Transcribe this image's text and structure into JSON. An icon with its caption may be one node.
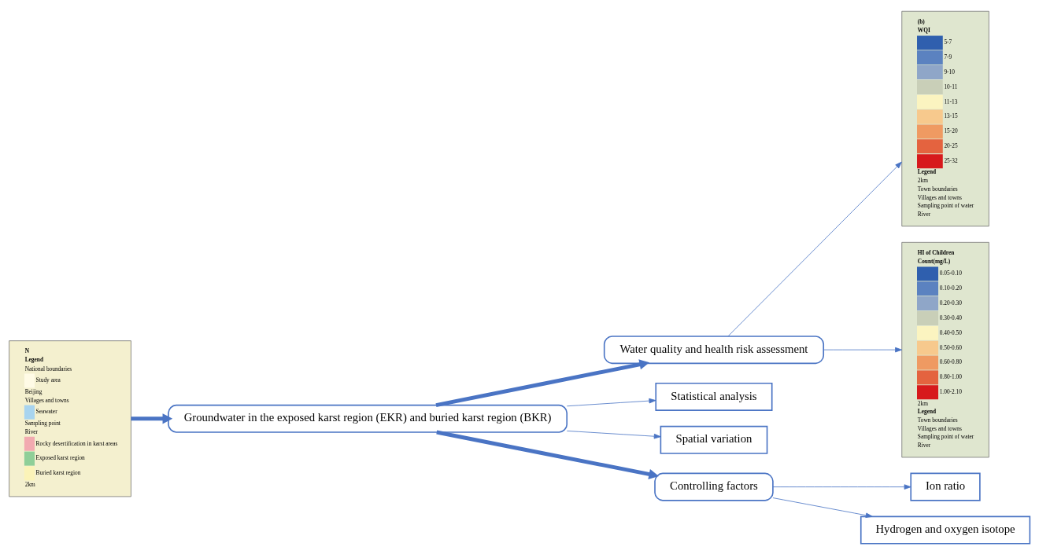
{
  "diagram": {
    "nodes": [
      {
        "text": [
          "(b)",
          "WQI",
          "5-7",
          "7-9",
          "9-10",
          "10-11",
          "11-13",
          "13-15",
          "15-20",
          "20-25",
          "25-32",
          "Legend",
          "2km",
          "Town boundaries",
          "Villages and towns",
          "Sampling point of water",
          "River"
        ]
      },
      {
        "text": [
          "Water quality and health risk assessment"
        ]
      },
      {
        "text": [
          "HI of Children",
          "Count(mg/L)",
          "0.05-0.10",
          "0.10-0.20",
          "0.20-0.30",
          "0.30-0.40",
          "0.40-0.50",
          "0.50-0.60",
          "0.60-0.80",
          "0.80-1.00",
          "1.00-2.10",
          "2km",
          "Legend",
          "Town boundaries",
          "Villages and towns",
          "Sampling point of water",
          "River"
        ]
      },
      {
        "text": [
          "N",
          "Legend",
          "National boundaries",
          "Study area",
          "Beijing",
          "Villages and towns",
          "Seawater",
          "Sampling point",
          "River",
          "Rocky desertification in karst areas",
          "Exposed karst region",
          "Buried karst region",
          "2km"
        ]
      },
      {
        "text": [
          "Groundwater in the exposed karst region (EKR) and buried karst region (BKR)"
        ]
      },
      {
        "text": [
          "Statistical analysis"
        ]
      },
      {
        "text": [
          "Spatial variation"
        ]
      },
      {
        "text": [
          "Controlling factors"
        ]
      },
      {
        "text": [
          "Ion ratio"
        ]
      },
      {
        "text": [
          "Hydrogen and oxygen isotope"
        ]
      }
    ],
    "edges": [
      {
        "from": 1,
        "to": 0,
        "arrow": "to"
      },
      {
        "from": 1,
        "to": 2,
        "arrow": "to"
      },
      {
        "from": 3,
        "to": 4,
        "arrow": "to",
        "style": "thick"
      },
      {
        "from": 4,
        "to": 1,
        "arrow": "to",
        "style": "thick"
      },
      {
        "from": 4,
        "to": 5,
        "arrow": "to"
      },
      {
        "from": 4,
        "to": 6,
        "arrow": "to"
      },
      {
        "from": 4,
        "to": 7,
        "arrow": "to",
        "style": "thick"
      },
      {
        "from": 7,
        "to": 8,
        "arrow": "to"
      },
      {
        "from": 7,
        "to": 9,
        "arrow": "to"
      }
    ]
  }
}
